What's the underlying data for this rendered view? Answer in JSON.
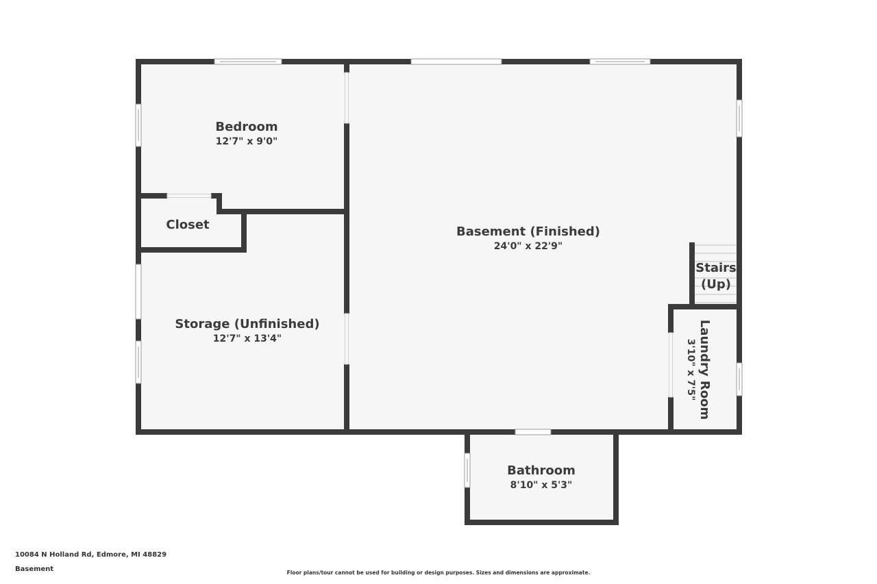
{
  "rooms": {
    "bedroom": {
      "name": "Bedroom",
      "dims": "12'7\" x 9'0\""
    },
    "closet": {
      "name": "Closet"
    },
    "storage": {
      "name": "Storage (Unfinished)",
      "dims": "12'7\" x 13'4\""
    },
    "basement": {
      "name": "Basement (Finished)",
      "dims": "24'0\" x 22'9\""
    },
    "stairs": {
      "name_line1": "Stairs",
      "name_line2": "(Up)"
    },
    "laundry": {
      "name": "Laundry Room",
      "dims": "3'10\" x 7'5\""
    },
    "bathroom": {
      "name": "Bathroom",
      "dims": "8'10\" x 5'3\""
    }
  },
  "footer": {
    "address": "10084 N Holland Rd, Edmore, MI 48829",
    "level": "Basement",
    "disclaimer": "Floor plans/tour cannot be used for building or design purposes. Sizes and dimensions are approximate."
  },
  "colors": {
    "wall": "#3b3b3b",
    "floor": "#f6f6f6",
    "window": "#ffffff"
  }
}
